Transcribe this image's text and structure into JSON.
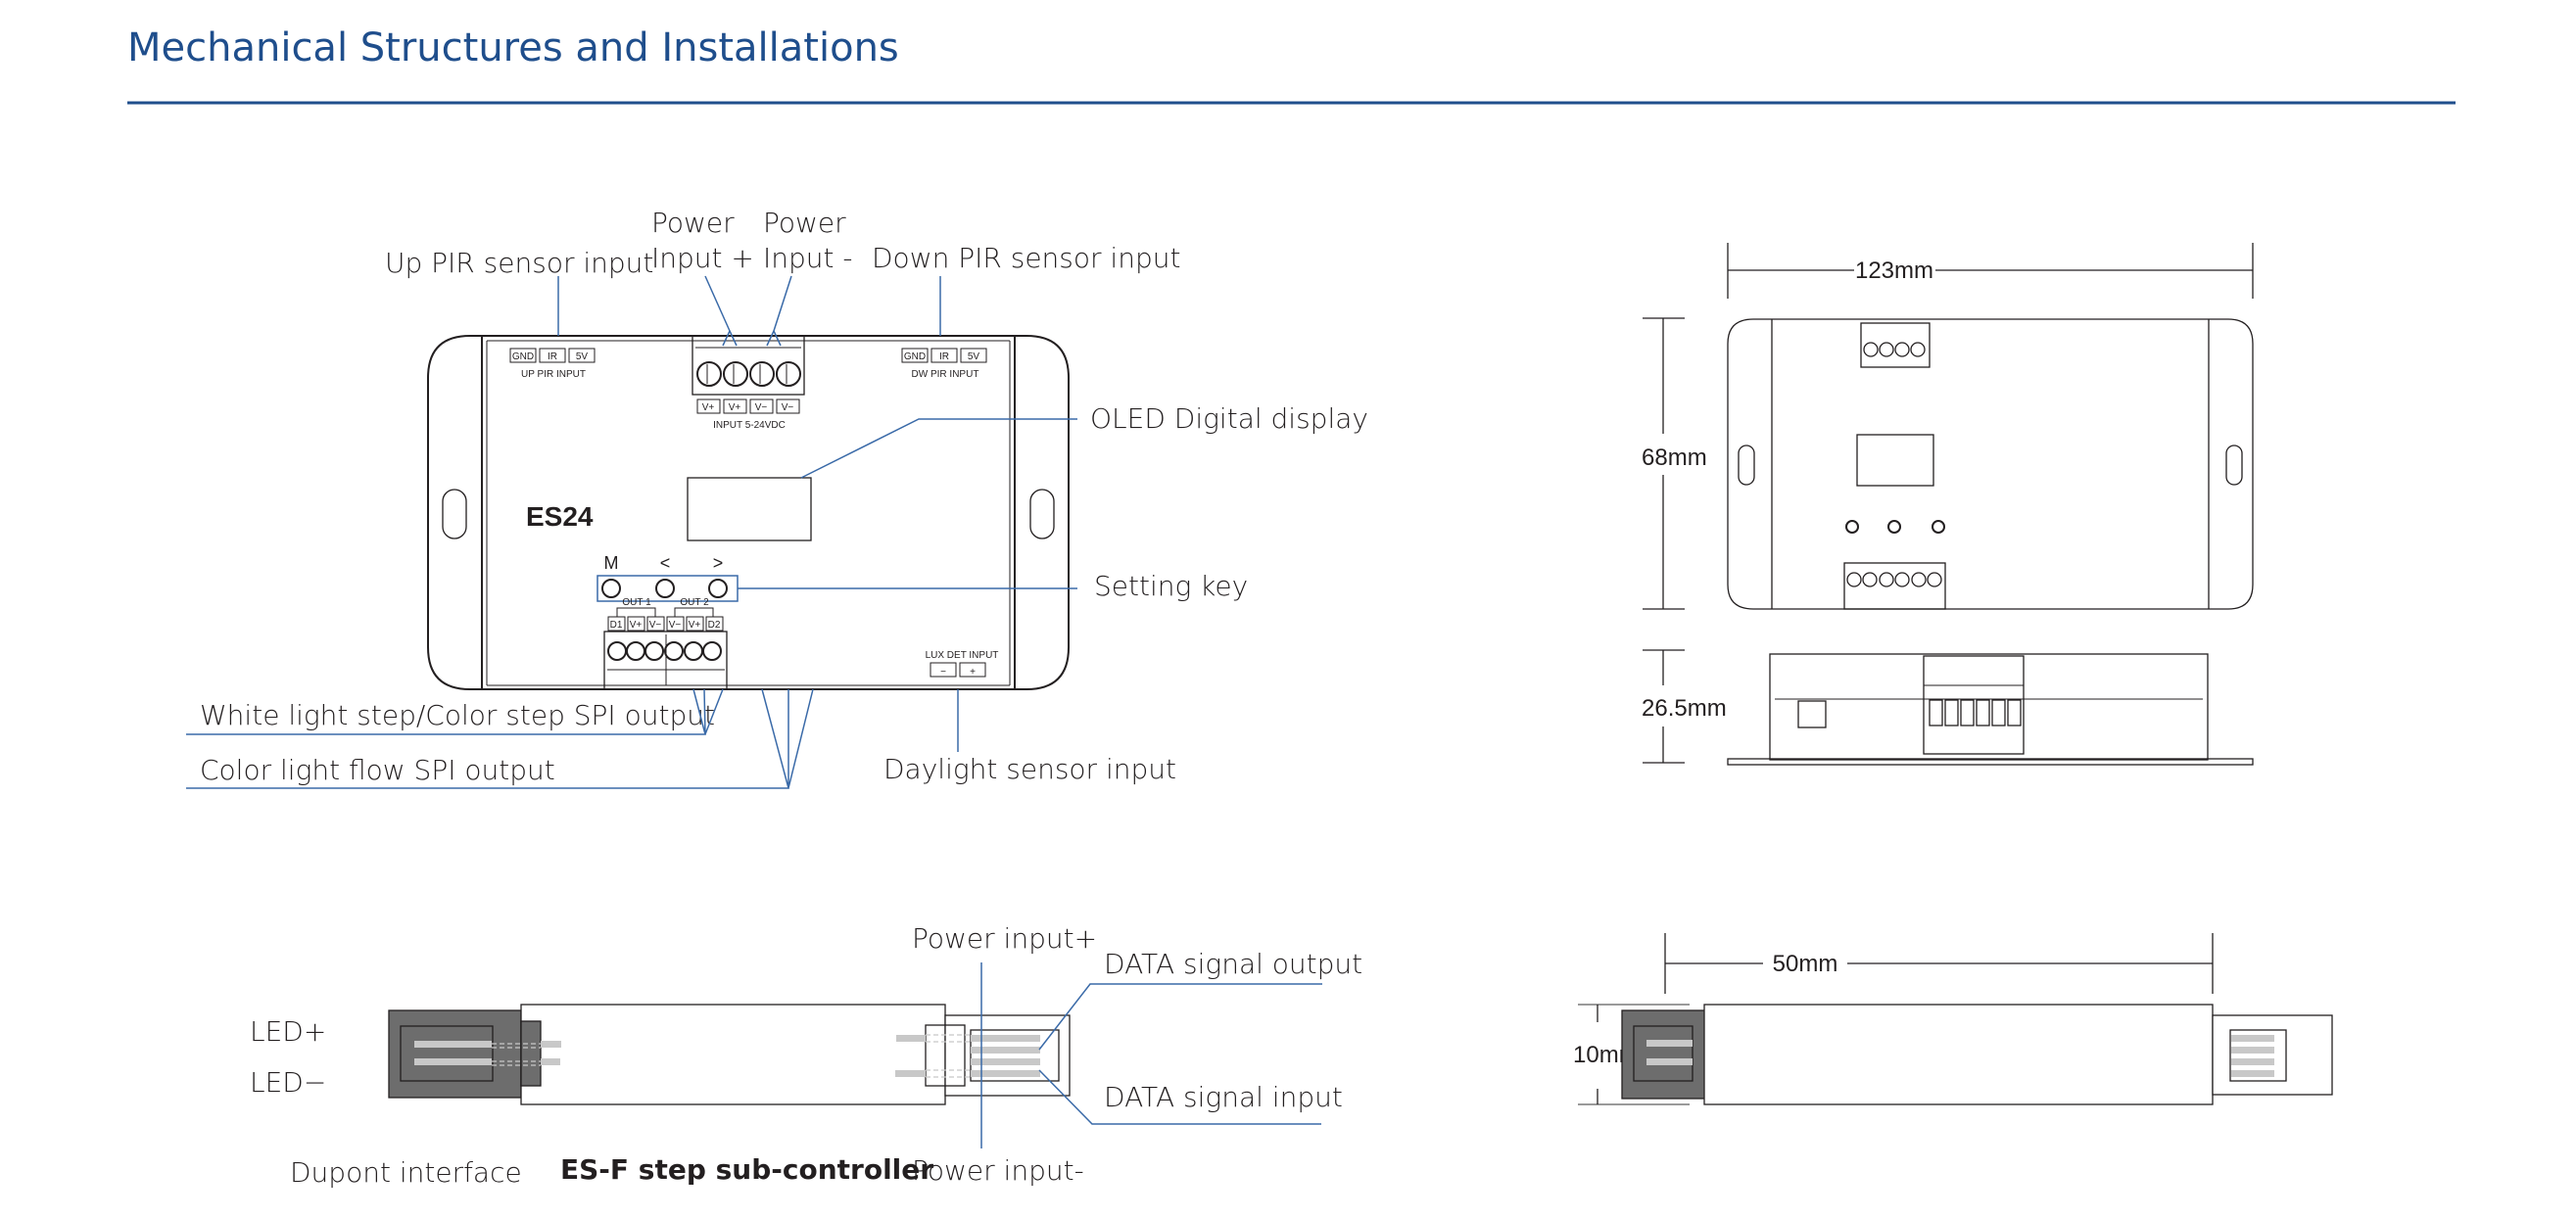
{
  "page": {
    "title": "Mechanical Structures and Installations",
    "accent_color": "#1f4e8c",
    "leader_color": "#3a6aa8"
  },
  "main_device": {
    "model": "ES24",
    "up_pir": {
      "pins": [
        "GND",
        "IR",
        "5V"
      ],
      "caption": "UP PIR INPUT"
    },
    "dw_pir": {
      "pins": [
        "GND",
        "IR",
        "5V"
      ],
      "caption": "DW PIR INPUT"
    },
    "power_terminal": {
      "pins": [
        "V+",
        "V+",
        "V−",
        "V−"
      ],
      "caption": "INPUT 5-24VDC"
    },
    "keys": [
      "M",
      "<",
      ">"
    ],
    "output_groups": [
      "OUT 1",
      "OUT 2"
    ],
    "output_pins": [
      "D1",
      "V+",
      "V−",
      "V−",
      "V+",
      "D2"
    ],
    "lux_input": {
      "caption": "LUX DET INPUT",
      "pins": [
        "−",
        "+"
      ]
    }
  },
  "callouts": {
    "up_pir": "Up PIR sensor input",
    "power_plus_line1": "Power",
    "power_plus_line2": "Input +",
    "power_minus_line1": "Power",
    "power_minus_line2": "Input -",
    "down_pir": "Down PIR sensor input",
    "oled": "OLED Digital display",
    "setting_key": "Setting key",
    "white_step": "White light step/Color step SPI output",
    "color_flow": "Color light flow SPI output",
    "daylight": "Daylight sensor input"
  },
  "dimensions": {
    "width": "123mm",
    "height": "68mm",
    "depth": "26.5mm",
    "sub_length": "50mm",
    "sub_height": "10mm"
  },
  "sub_controller": {
    "name": "ES-F step sub-controller",
    "led_plus": "LED+",
    "led_minus": "LED−",
    "dupont": "Dupont interface",
    "power_plus": "Power input+",
    "power_minus": "Power input-",
    "data_out": "DATA signal output",
    "data_in": "DATA signal input"
  }
}
